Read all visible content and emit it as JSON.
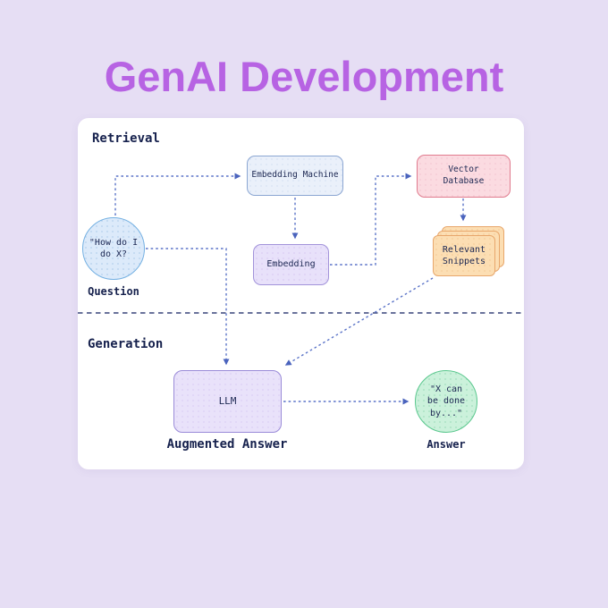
{
  "title": "GenAI Development",
  "colors": {
    "background": "#e6def4",
    "title": "#b763e3",
    "card": "#ffffff",
    "text_dark": "#16214d",
    "arrow": "#5b74c8",
    "divider": "#39447a",
    "question_fill": "#dceafa",
    "question_border": "#74b0e2",
    "embedding_machine_fill": "#eaf0fa",
    "embedding_machine_border": "#8ba6d2",
    "vector_database_fill": "#fbdbe1",
    "vector_database_border": "#e07b8e",
    "embedding_fill": "#e8e1fa",
    "embedding_border": "#a293da",
    "llm_fill": "#e9e2fa",
    "llm_border": "#9a8bd8",
    "snippets_fill": "#fcdeb3",
    "snippets_border": "#e8a76c",
    "answer_fill": "#cbf1db",
    "answer_border": "#59c78d"
  },
  "sections": {
    "retrieval": "Retrieval",
    "generation": "Generation"
  },
  "nodes": {
    "question": {
      "text": "\"How do I do X?",
      "label": "Question"
    },
    "embedding_machine": {
      "label": "Embedding Machine"
    },
    "vector_database": {
      "label": "Vector Database"
    },
    "embedding": {
      "label": "Embedding"
    },
    "relevant_snippets": {
      "label": "Relevant Snippets"
    },
    "llm": {
      "label": "LLM",
      "caption": "Augmented Answer"
    },
    "answer": {
      "text": "\"X can be done by...\"",
      "label": "Answer"
    }
  }
}
